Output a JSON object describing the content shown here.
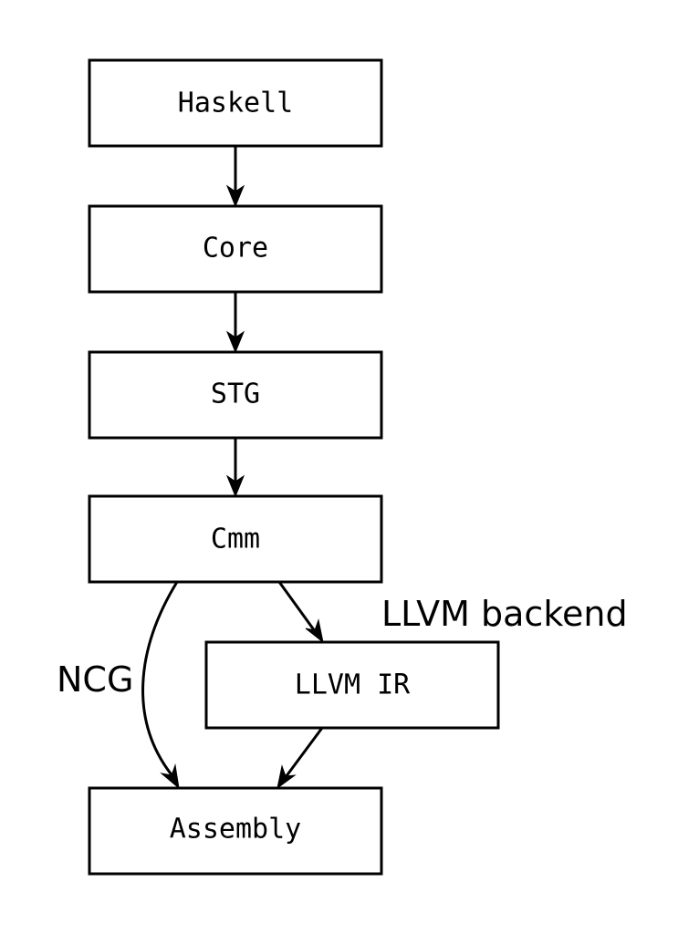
{
  "nodes": {
    "haskell": "Haskell",
    "core": "Core",
    "stg": "STG",
    "cmm": "Cmm",
    "llvm_ir": "LLVM IR",
    "assembly": "Assembly"
  },
  "edge_labels": {
    "llvm_backend": "LLVM backend",
    "ncg": "NCG"
  },
  "colors": {
    "stroke": "#000000",
    "background": "#ffffff"
  }
}
